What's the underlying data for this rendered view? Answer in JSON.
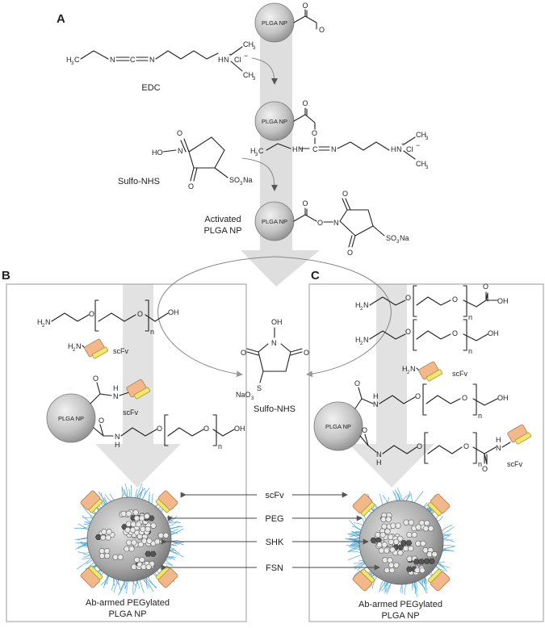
{
  "panels": {
    "a": "A",
    "b": "B",
    "c": "C"
  },
  "np_label": "PLGA NP",
  "reagents": {
    "edc": "EDC",
    "sulfo_nhs": "Sulfo-NHS",
    "activated_np": [
      "Activated",
      "PLGA NP"
    ],
    "released": "Sulfo-NHS",
    "scfv": "scFv"
  },
  "legend": {
    "scfv": "scFv",
    "peg": "PEG",
    "shk": "SHK",
    "fsn": "FSN"
  },
  "product_label": [
    "Ab-armed PEGylated",
    "PLGA NP"
  ],
  "chem": {
    "h3c": "H",
    "three": "3",
    "c": "C",
    "n": "N",
    "o": "O",
    "h": "H",
    "oh": "OH",
    "ho": "HO",
    "cl": "Cl",
    "minus": "−",
    "plus": "+",
    "ch": "CH",
    "so3na": "SO",
    "na": "Na",
    "h2n": "H",
    "two": "2",
    "sub_n": "n",
    "s": "S",
    "naso": "NaO"
  },
  "colors": {
    "np_fill": "#c9c9c9",
    "arrow_grey": "#dcdcdc",
    "brush": "#4aa8d8"
  }
}
